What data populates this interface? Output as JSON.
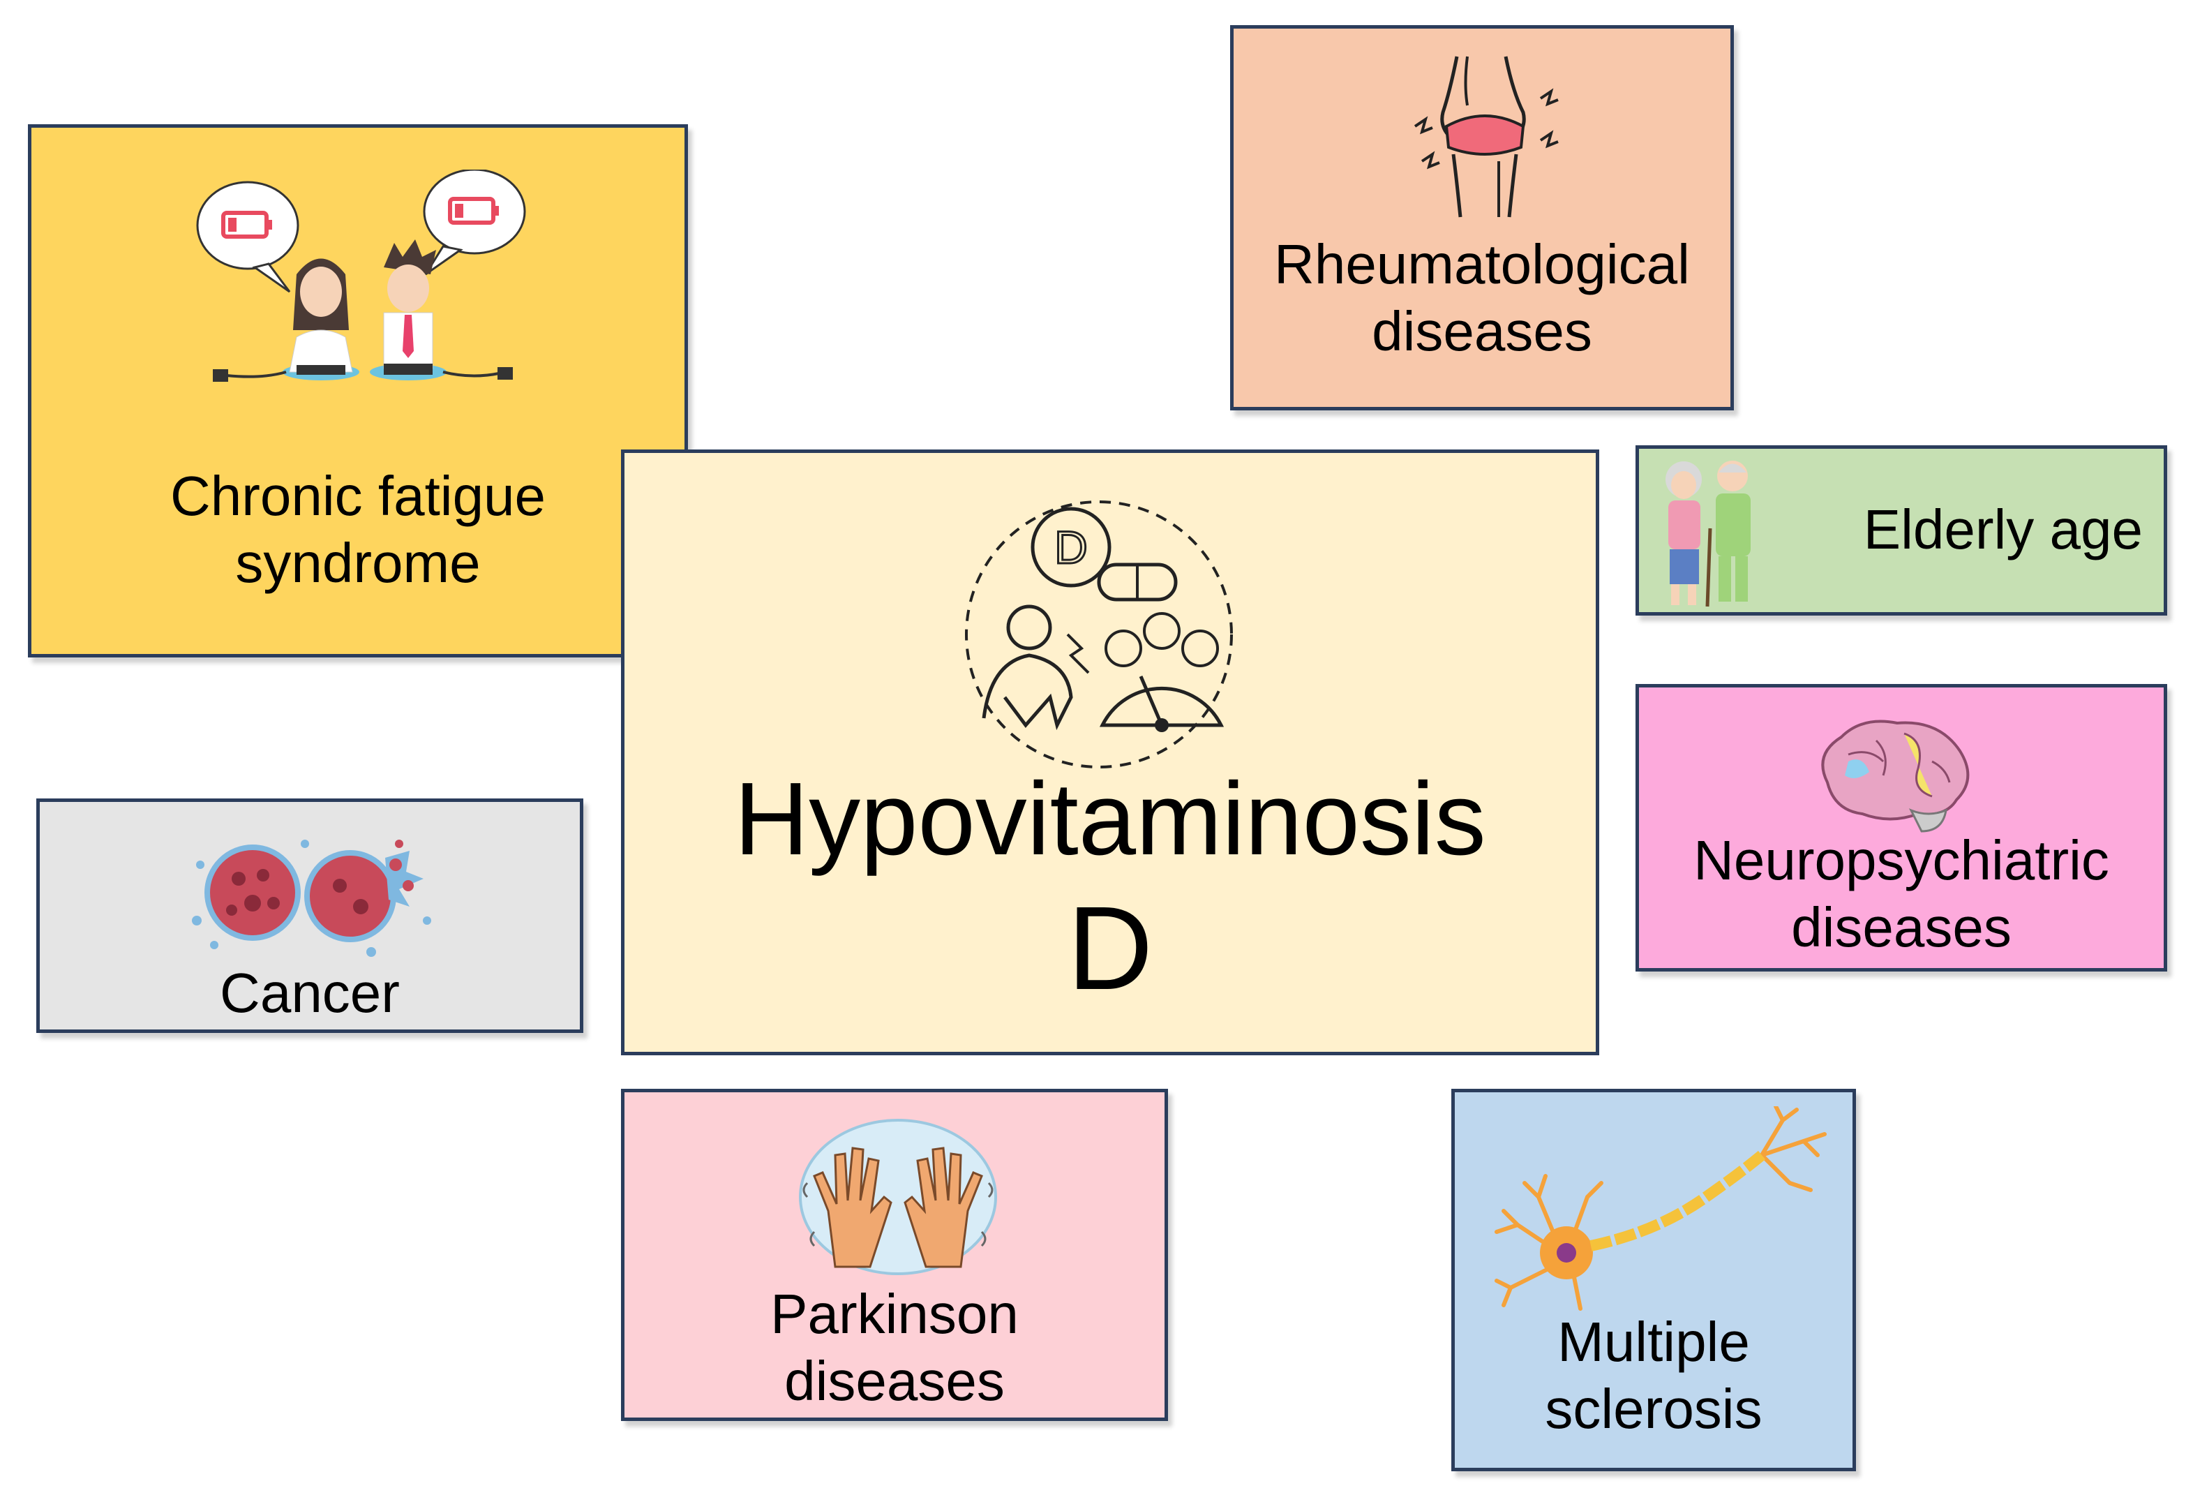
{
  "colors": {
    "border": "#2b3d5c",
    "fatigue_bg": "#fed55e",
    "rheum_bg": "#f8c8ab",
    "center_bg": "#fff1cd",
    "elderly_bg": "#c6e0b3",
    "neuro_bg": "#fdaadc",
    "cancer_bg": "#e5e5e5",
    "parkinson_bg": "#fdd0d6",
    "ms_bg": "#bed7ee"
  },
  "center": {
    "line1": "Hypovitaminosis",
    "line2": "D",
    "icon": "vitamin-d-deficiency-icon"
  },
  "nodes": {
    "fatigue": {
      "line1": "Chronic fatigue",
      "line2": "syndrome",
      "icon": "tired-people-low-battery-icon"
    },
    "rheum": {
      "line1": "Rheumatological",
      "line2": "diseases",
      "icon": "inflamed-knee-joint-icon"
    },
    "elderly": {
      "line1": "Elderly age",
      "icon": "elderly-couple-icon"
    },
    "neuro": {
      "line1": "Neuropsychiatric",
      "line2": "diseases",
      "icon": "brain-icon"
    },
    "cancer": {
      "line1": "Cancer",
      "icon": "cancer-cells-icon"
    },
    "parkinson": {
      "line1": "Parkinson",
      "line2": "diseases",
      "icon": "trembling-hands-icon"
    },
    "ms": {
      "line1": "Multiple",
      "line2": "sclerosis",
      "icon": "neuron-icon"
    }
  }
}
